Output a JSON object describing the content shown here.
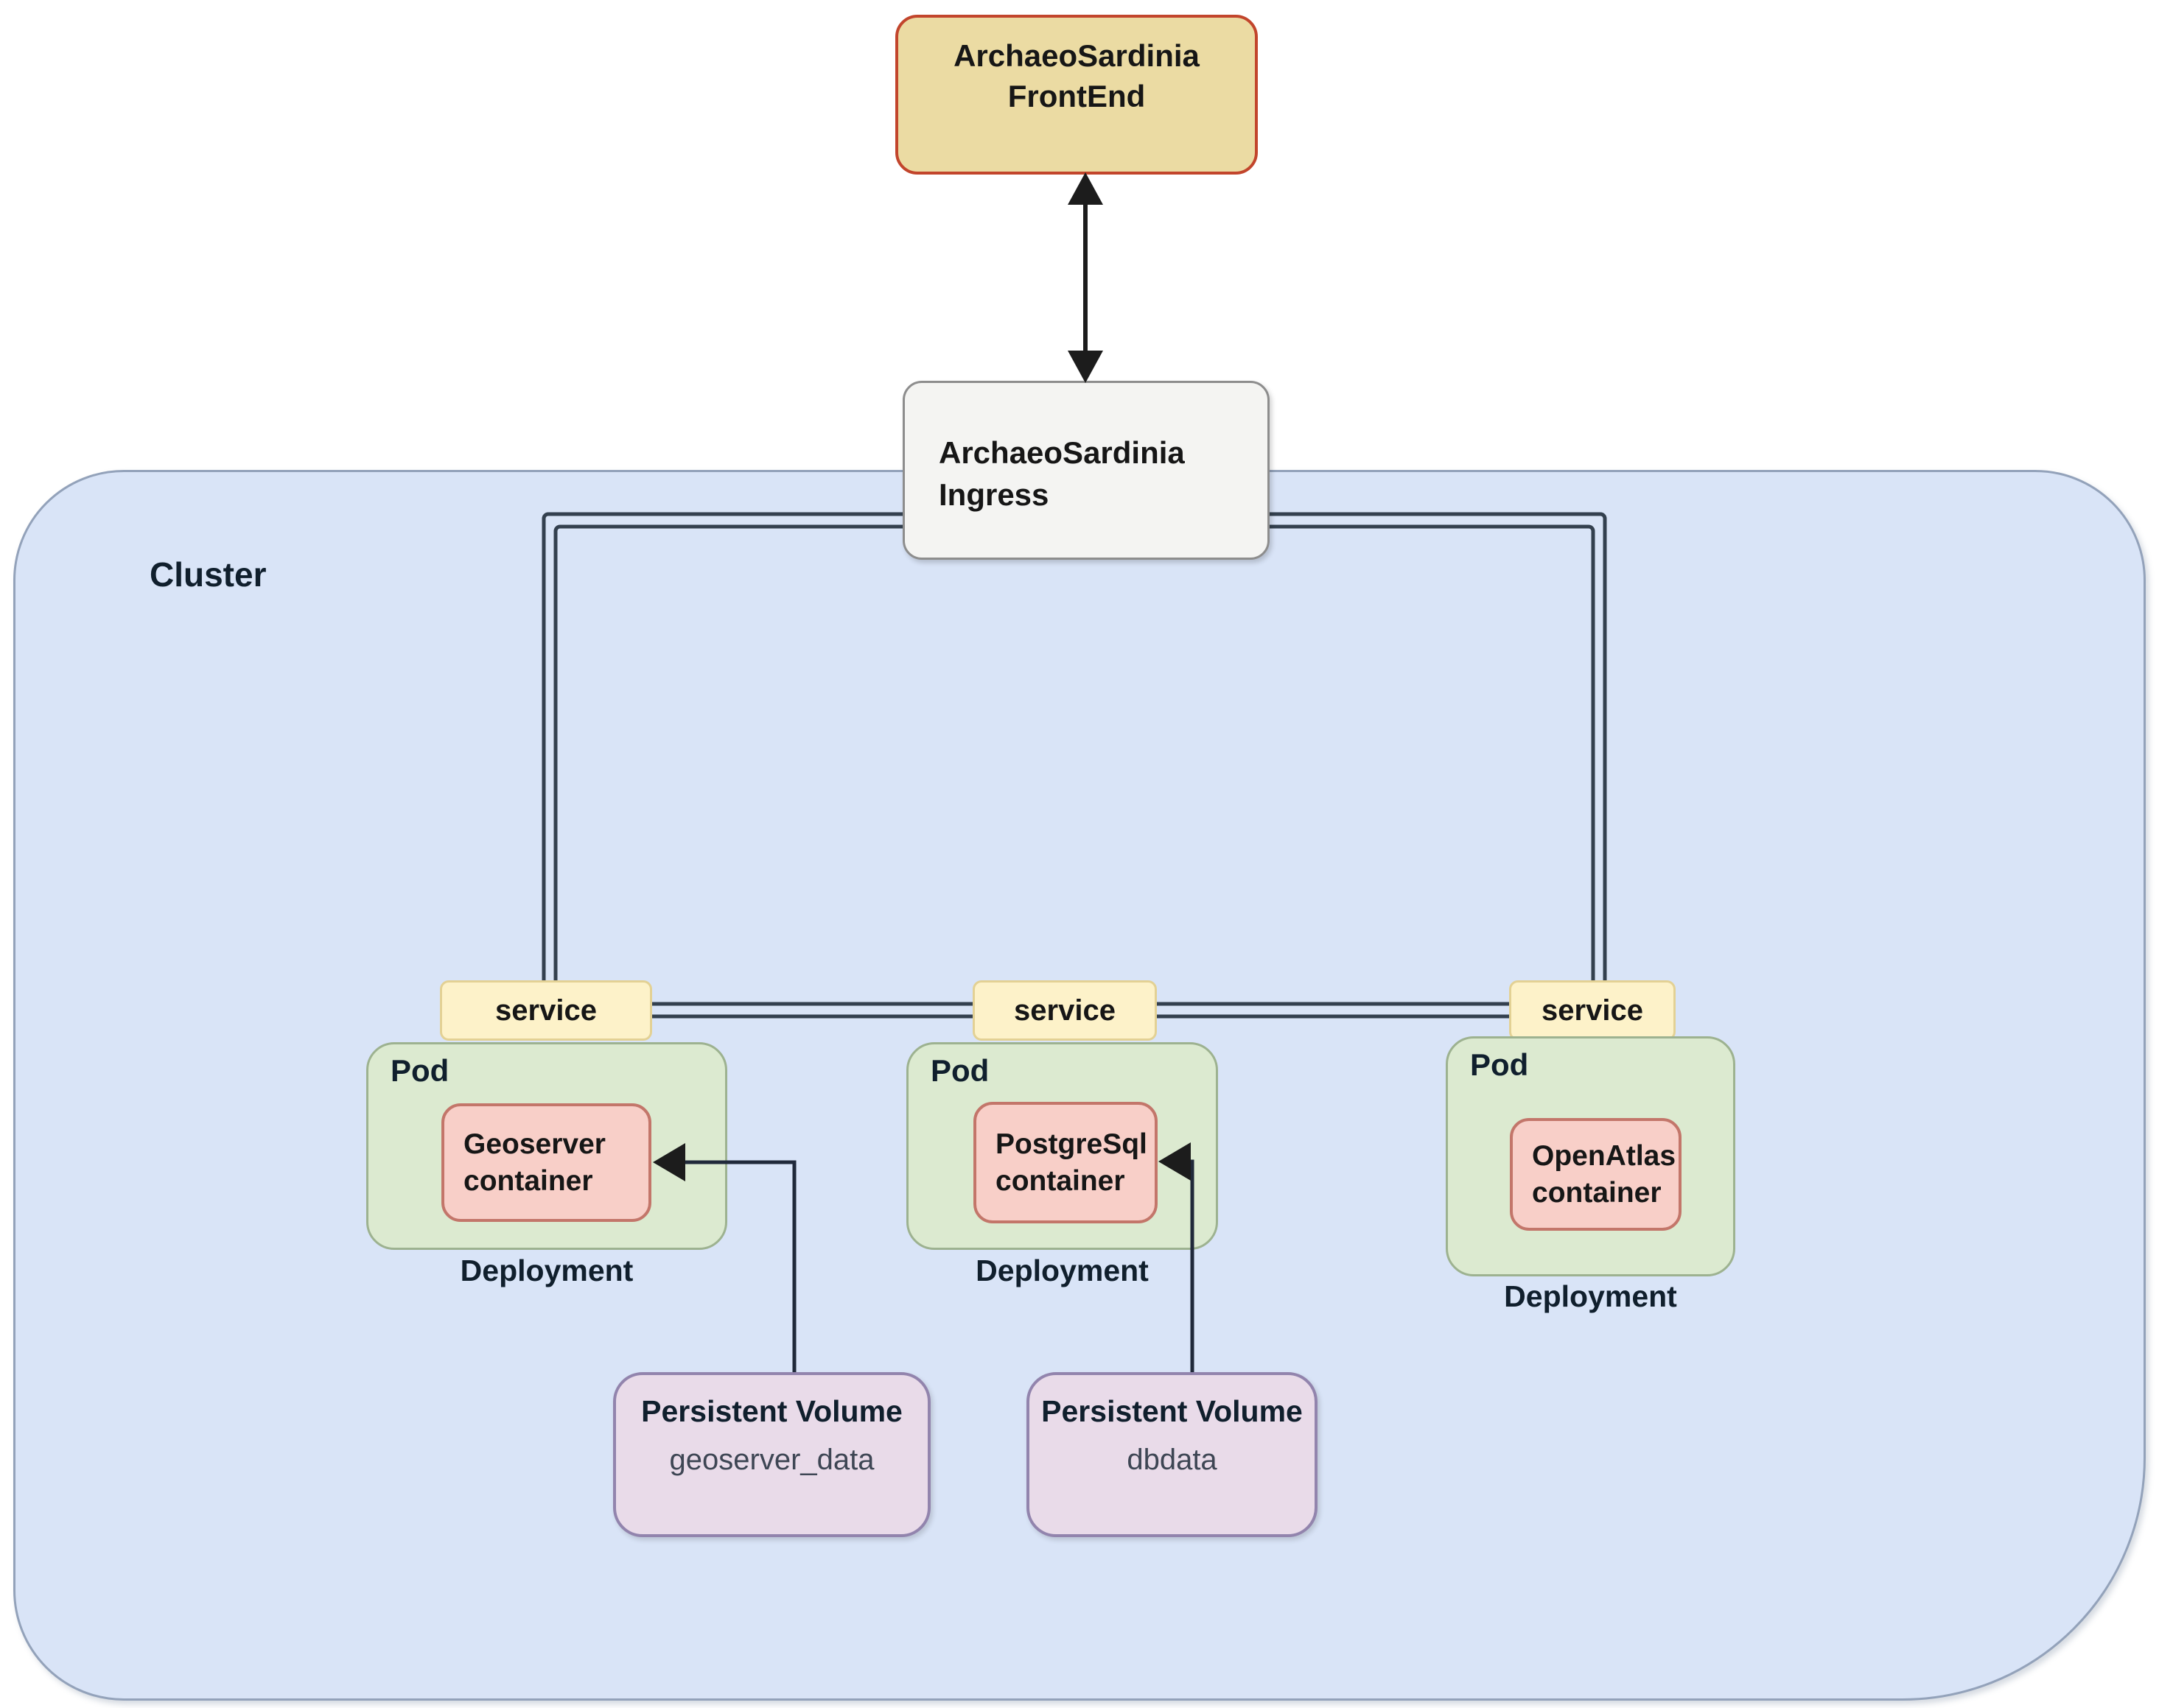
{
  "frontend": {
    "line1": "ArchaeoSardinia",
    "line2": "FrontEnd"
  },
  "ingress": {
    "line1": "ArchaeoSardinia",
    "line2": "Ingress"
  },
  "cluster": {
    "label": "Cluster"
  },
  "services": [
    {
      "label": "service"
    },
    {
      "label": "service"
    },
    {
      "label": "service"
    }
  ],
  "pods": [
    {
      "label": "Pod",
      "container_line1": "Geoserver",
      "container_line2": "container",
      "deployment": "Deployment"
    },
    {
      "label": "Pod",
      "container_line1": "PostgreSql",
      "container_line2": "container",
      "deployment": "Deployment"
    },
    {
      "label": "Pod",
      "container_line1": "OpenAtlas",
      "container_line2": "container",
      "deployment": "Deployment"
    }
  ],
  "volumes": [
    {
      "title": "Persistent Volume",
      "name": "geoserver_data"
    },
    {
      "title": "Persistent Volume",
      "name": "dbdata"
    }
  ],
  "colors": {
    "cluster_fill": "#d9e4f7",
    "cluster_border": "#93a2ba",
    "frontend_fill": "#ebdba3",
    "frontend_border": "#c2452c",
    "ingress_fill": "#f4f4f2",
    "ingress_border": "#8d8d8d",
    "service_fill": "#fdf2c9",
    "service_border": "#e3d194",
    "pod_fill": "#dcead0",
    "pod_border": "#9db290",
    "container_fill": "#f8cfc8",
    "container_border": "#c3766a",
    "volume_fill": "#e9dbe9",
    "volume_border": "#9284ad",
    "loop_line": "#33404f",
    "connector_line": "#20293a",
    "arrow_color": "#1c1c1c",
    "label_dark": "#101f2d",
    "text_black": "#161616",
    "volume_name_color": "#3e4654"
  }
}
